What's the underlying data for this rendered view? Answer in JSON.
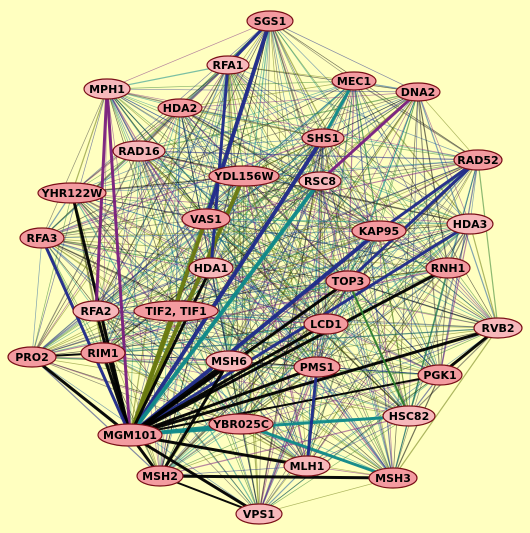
{
  "colors": {
    "background": "#ffffc0",
    "node_fill": "#f39ba0",
    "node_stroke": "#7a1018",
    "edge_palette": [
      "#000000",
      "#1f2a8a",
      "#2e7d2e",
      "#0f8a8a",
      "#7a2080",
      "#6a7a10",
      "#3a3a3a",
      "#1a5aa0"
    ]
  },
  "graph": {
    "nodes": [
      {
        "id": "SGS1",
        "label": "SGS1"
      },
      {
        "id": "RFA1",
        "label": "RFA1"
      },
      {
        "id": "MEC1",
        "label": "MEC1"
      },
      {
        "id": "DNA2",
        "label": "DNA2"
      },
      {
        "id": "MPH1",
        "label": "MPH1"
      },
      {
        "id": "HDA2",
        "label": "HDA2"
      },
      {
        "id": "SHS1",
        "label": "SHS1"
      },
      {
        "id": "RAD16",
        "label": "RAD16"
      },
      {
        "id": "RAD52",
        "label": "RAD52"
      },
      {
        "id": "YDL156W",
        "label": "YDL156W"
      },
      {
        "id": "RSC8",
        "label": "RSC8"
      },
      {
        "id": "YHR122W",
        "label": "YHR122W"
      },
      {
        "id": "VAS1",
        "label": "VAS1"
      },
      {
        "id": "HDA3",
        "label": "HDA3"
      },
      {
        "id": "RFA3",
        "label": "RFA3"
      },
      {
        "id": "KAP95",
        "label": "KAP95"
      },
      {
        "id": "HDA1",
        "label": "HDA1"
      },
      {
        "id": "RNH1",
        "label": "RNH1"
      },
      {
        "id": "TOP3",
        "label": "TOP3"
      },
      {
        "id": "RFA2",
        "label": "RFA2"
      },
      {
        "id": "TIF2",
        "label": "TIF2, TIF1"
      },
      {
        "id": "LCD1",
        "label": "LCD1"
      },
      {
        "id": "RVB2",
        "label": "RVB2"
      },
      {
        "id": "PRO2",
        "label": "PRO2"
      },
      {
        "id": "RIM1",
        "label": "RIM1"
      },
      {
        "id": "MSH6",
        "label": "MSH6"
      },
      {
        "id": "PMS1",
        "label": "PMS1"
      },
      {
        "id": "PGK1",
        "label": "PGK1"
      },
      {
        "id": "HSC82",
        "label": "HSC82"
      },
      {
        "id": "YBR025C",
        "label": "YBR025C"
      },
      {
        "id": "MGM101",
        "label": "MGM101"
      },
      {
        "id": "MLH1",
        "label": "MLH1"
      },
      {
        "id": "MSH2",
        "label": "MSH2"
      },
      {
        "id": "MSH3",
        "label": "MSH3"
      },
      {
        "id": "VPS1",
        "label": "VPS1"
      }
    ],
    "hub": "MGM101",
    "strong_edges": [
      [
        "MGM101",
        "SHS1",
        1,
        4
      ],
      [
        "MGM101",
        "RSC8",
        3,
        4
      ],
      [
        "MGM101",
        "KAP95",
        1,
        4
      ],
      [
        "MGM101",
        "HDA3",
        1,
        3
      ],
      [
        "MGM101",
        "RNH1",
        0,
        3
      ],
      [
        "MGM101",
        "RVB2",
        0,
        3
      ],
      [
        "MGM101",
        "TOP3",
        0,
        3
      ],
      [
        "MGM101",
        "LCD1",
        0,
        3
      ],
      [
        "MGM101",
        "MSH6",
        0,
        4
      ],
      [
        "MGM101",
        "PMS1",
        0,
        3
      ],
      [
        "MGM101",
        "VAS1",
        5,
        4
      ],
      [
        "MGM101",
        "YDL156W",
        5,
        4
      ],
      [
        "MGM101",
        "TIF2",
        5,
        3
      ],
      [
        "MGM101",
        "HDA1",
        0,
        3
      ],
      [
        "MGM101",
        "MPH1",
        4,
        3
      ],
      [
        "MGM101",
        "RFA2",
        0,
        3
      ],
      [
        "MGM101",
        "RIM1",
        0,
        3
      ],
      [
        "MGM101",
        "YHR122W",
        0,
        3
      ],
      [
        "MGM101",
        "RFA3",
        1,
        3
      ],
      [
        "MGM101",
        "PRO2",
        0,
        3
      ],
      [
        "MGM101",
        "HSC82",
        3,
        3
      ],
      [
        "MGM101",
        "MLH1",
        0,
        3
      ],
      [
        "MGM101",
        "MSH2",
        0,
        3
      ],
      [
        "MGM101",
        "VPS1",
        0,
        3
      ],
      [
        "MGM101",
        "PGK1",
        0,
        2
      ],
      [
        "MGM101",
        "YBR025C",
        3,
        3
      ],
      [
        "SGS1",
        "VAS1",
        1,
        4
      ],
      [
        "SGS1",
        "RFA1",
        1,
        3
      ],
      [
        "RFA1",
        "HDA1",
        1,
        3
      ],
      [
        "MEC1",
        "SHS1",
        3,
        3
      ],
      [
        "DNA2",
        "RSC8",
        4,
        3
      ],
      [
        "MPH1",
        "RFA2",
        4,
        3
      ],
      [
        "RAD52",
        "KAP95",
        1,
        3
      ],
      [
        "RAD52",
        "TOP3",
        1,
        3
      ],
      [
        "YBR025C",
        "MSH3",
        3,
        3
      ],
      [
        "MLH1",
        "PMS1",
        1,
        3
      ],
      [
        "MSH2",
        "MSH6",
        0,
        3
      ],
      [
        "MSH3",
        "MSH2",
        0,
        3
      ],
      [
        "RIM1",
        "PRO2",
        0,
        2
      ],
      [
        "HSC82",
        "TOP3",
        2,
        2
      ],
      [
        "RVB2",
        "PGK1",
        0,
        3
      ],
      [
        "VPS1",
        "MSH2",
        0,
        2
      ]
    ]
  }
}
